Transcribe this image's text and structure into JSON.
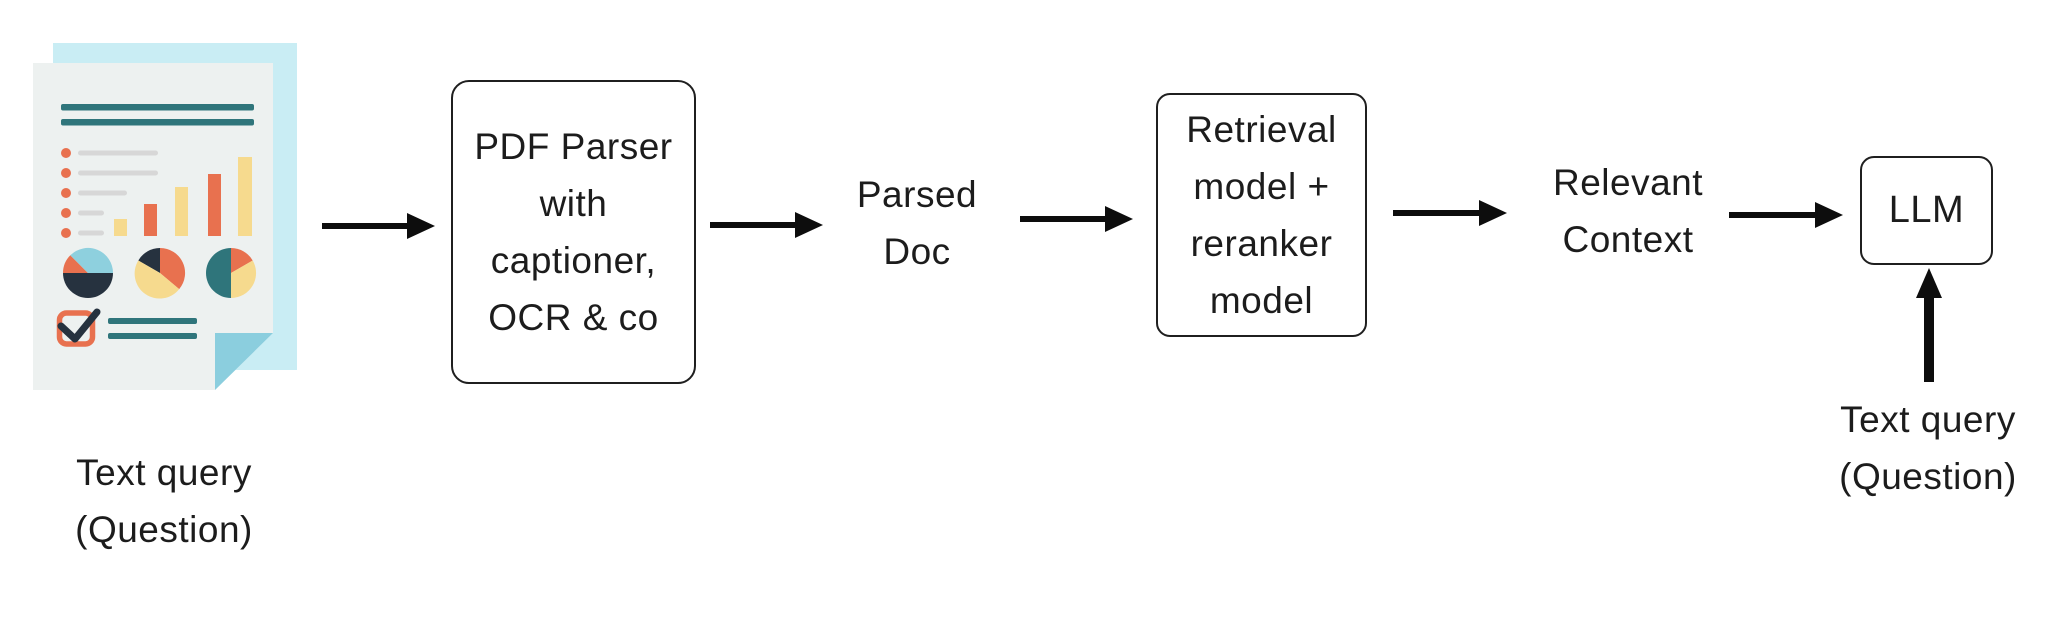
{
  "diagram": {
    "title_implicit": "RAG pipeline flow",
    "nodes": {
      "input_document": {
        "icon": "document-with-charts-icon",
        "caption": "Text query\n(Question)"
      },
      "pdf_parser": {
        "label": "PDF Parser\nwith\ncaptioner,\nOCR & co"
      },
      "parsed_doc": {
        "label": "Parsed\nDoc"
      },
      "retrieval": {
        "label": "Retrieval\nmodel +\nreranker\nmodel"
      },
      "relevant_context": {
        "label": "Relevant\nContext"
      },
      "llm": {
        "label": "LLM"
      },
      "query_input": {
        "caption": "Text query\n(Question)"
      }
    },
    "arrows": [
      {
        "name": "doc-to-parser",
        "direction": "right"
      },
      {
        "name": "parser-to-parsed-doc",
        "direction": "right"
      },
      {
        "name": "parsed-doc-to-retrieval",
        "direction": "right"
      },
      {
        "name": "retrieval-to-context",
        "direction": "right"
      },
      {
        "name": "context-to-llm",
        "direction": "right"
      },
      {
        "name": "query-to-llm",
        "direction": "up"
      }
    ],
    "colors": {
      "background": "#ffffff",
      "text": "#1c1c1c",
      "box_border": "#1f1f1f",
      "arrow": "#0d0d0d",
      "doc_back_page": "#c9edf4",
      "doc_front_page": "#edf1f0",
      "doc_fold": "#8bcede",
      "doc_teal": "#2f757b",
      "doc_coral": "#e8714f",
      "doc_yellow": "#f6da8e",
      "doc_navy": "#26323f",
      "doc_light_blue": "#8ed0de",
      "doc_gray_line": "#d7d7d7"
    }
  }
}
